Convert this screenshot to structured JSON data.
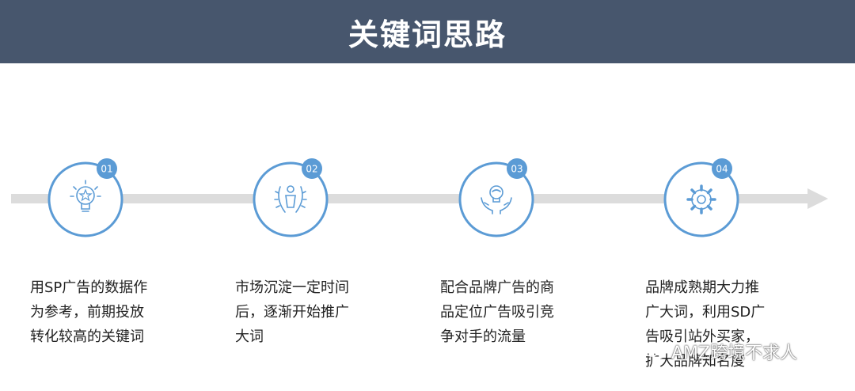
{
  "header": {
    "title": "关键词思路"
  },
  "steps": [
    {
      "number": "01",
      "icon": "lightbulb-star-icon",
      "text": [
        "用SP广告的数据作",
        "为参考，前期投放",
        "转化较高的关键词"
      ]
    },
    {
      "number": "02",
      "icon": "laurel-person-icon",
      "text": [
        "市场沉淀一定时间",
        "后，逐渐开始推广",
        "大词"
      ]
    },
    {
      "number": "03",
      "icon": "hands-bulb-icon",
      "text": [
        "配合品牌广告的商",
        "品定位广告吸引竞",
        "争对手的流量"
      ]
    },
    {
      "number": "04",
      "icon": "gear-icon",
      "text": [
        "品牌成熟期大力推",
        "广大词，利用SD广",
        "告吸引站外买家，",
        "扩大品牌知名度"
      ]
    }
  ],
  "watermark": {
    "text": "AMZ跨境不求人"
  },
  "colors": {
    "header_bg": "#47566d",
    "accent": "#5b9bd5",
    "arrow": "#dcdcdc",
    "text": "#222222"
  }
}
